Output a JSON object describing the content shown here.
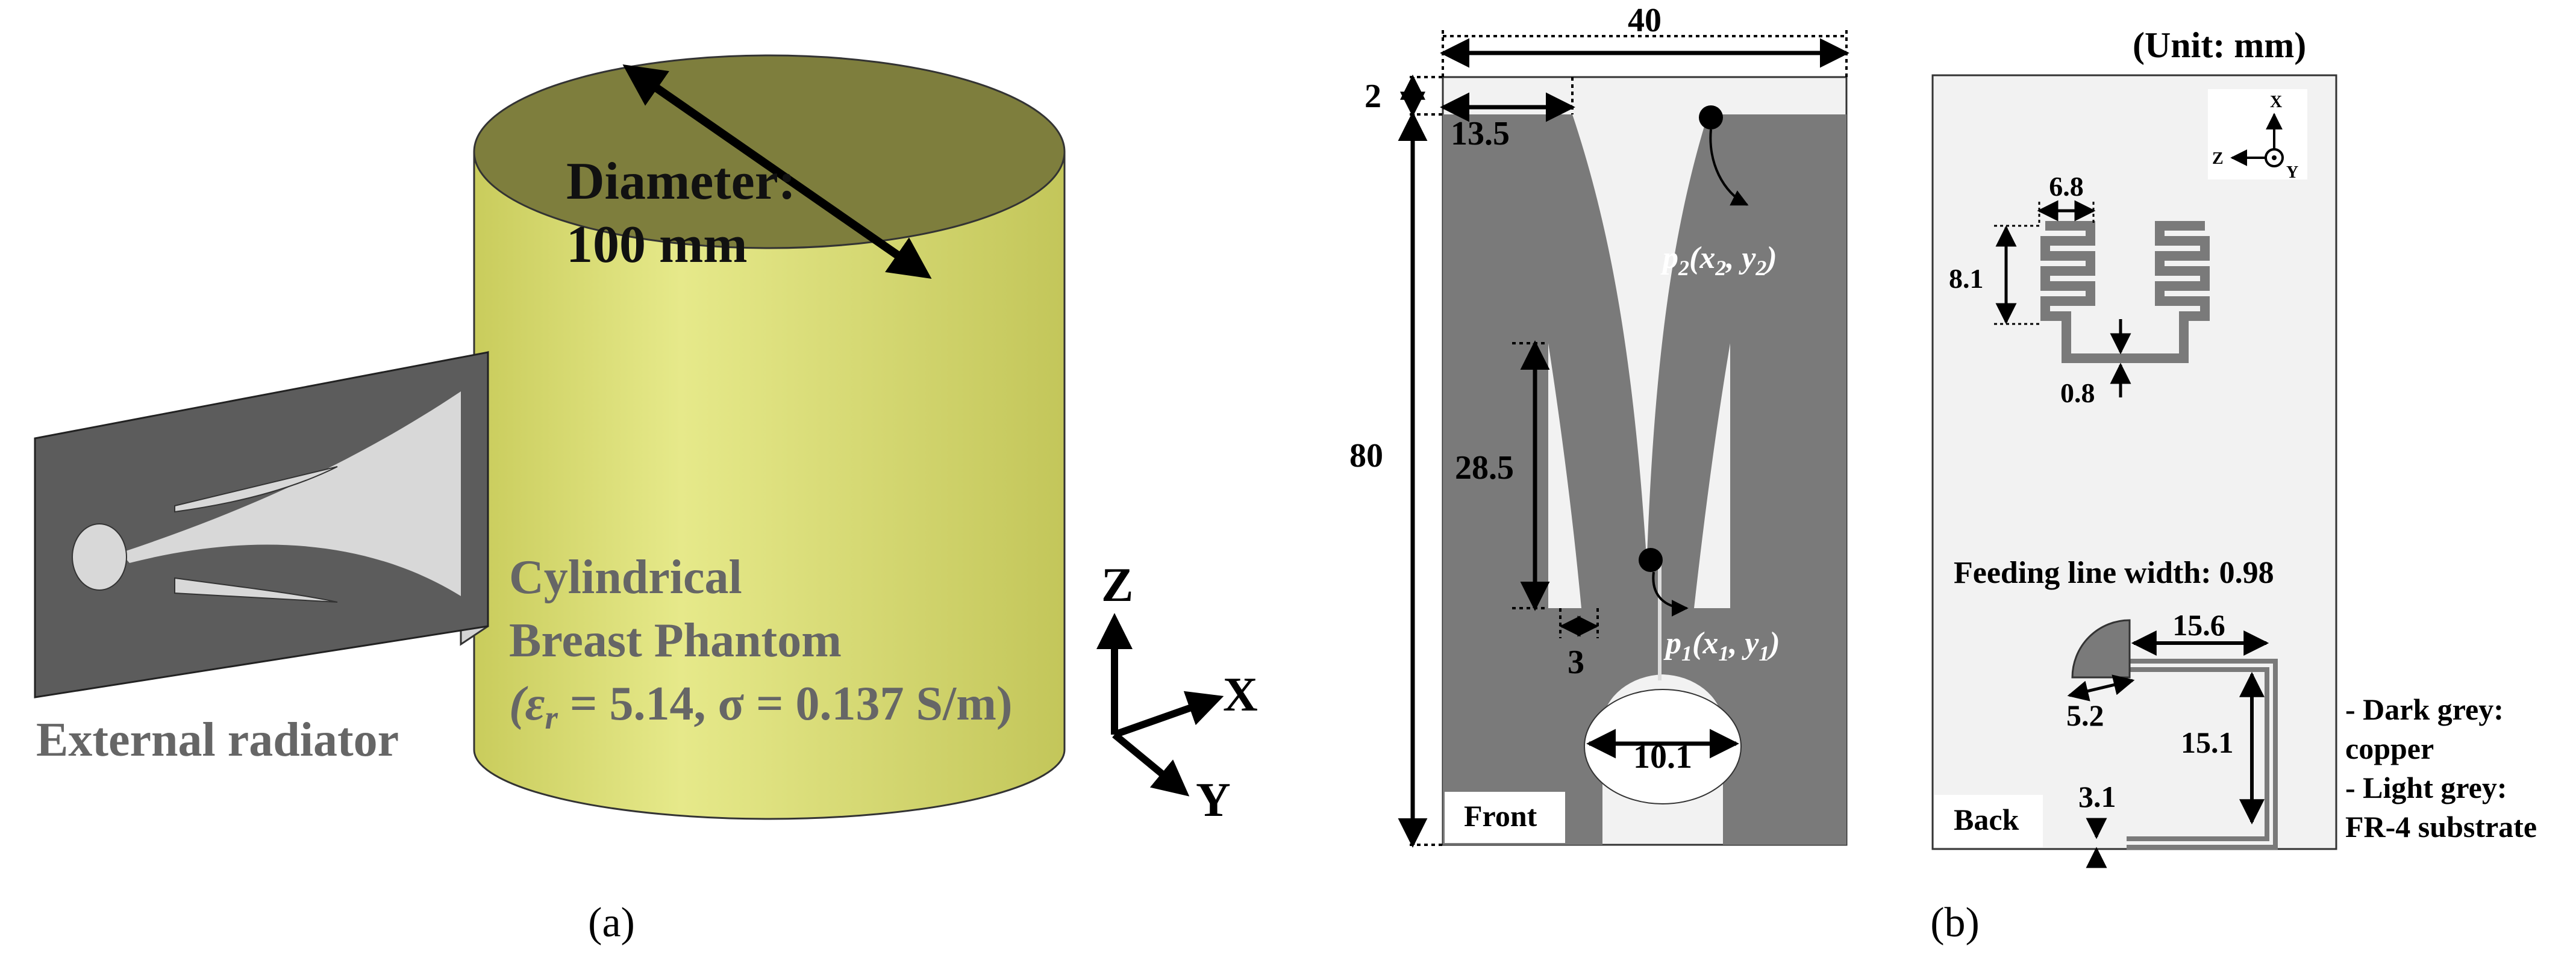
{
  "panel_a": {
    "caption": "(a)",
    "diameter_label_1": "Diameter:",
    "diameter_label_2": "100 mm",
    "phantom_label_1": "Cylindrical",
    "phantom_label_2": "Breast Phantom",
    "phantom_label_3": "(ε",
    "phantom_label_3_sub": "r",
    "phantom_label_3_rest": " = 5.14, σ = 0.137 S/m)",
    "radiator_label": "External radiator",
    "axis_z": "Z",
    "axis_x": "X",
    "axis_y": "Y",
    "colors": {
      "phantom_side": "#d8dc70",
      "phantom_top": "#7e7e3d",
      "radiator": "#5a5a5a",
      "radiator_light": "#d9d9d9"
    }
  },
  "panel_b": {
    "caption": "(b)",
    "unit": "(Unit: mm)",
    "front": {
      "tag": "Front",
      "dim_width": "40",
      "dim_top": "2",
      "dim_13_5": "13.5",
      "dim_height": "80",
      "dim_slot_length": "28.5",
      "dim_slot_width": "3",
      "dim_circle": "10.1",
      "p2_label": "p",
      "p2_sub": "2",
      "p2_args": "(x",
      "p2_args_sub": "2",
      "p2_args_mid": ", y",
      "p2_args_sub2": "2",
      "p2_args_end": ")",
      "p1_label": "p",
      "p1_sub": "1",
      "p1_args": "(x",
      "p1_args_sub": "1",
      "p1_args_mid": ", y",
      "p1_args_sub2": "1",
      "p1_args_end": ")"
    },
    "back": {
      "tag": "Back",
      "axis_x": "X",
      "axis_z": "Z",
      "axis_y": "Y",
      "dim_6_8": "6.8",
      "dim_8_1": "8.1",
      "dim_0_8": "0.8",
      "feed_label": "Feeding line width: 0.98",
      "dim_15_6": "15.6",
      "dim_5_2": "5.2",
      "dim_15_1": "15.1",
      "dim_3_1": "3.1"
    },
    "legend": {
      "line1": "- Dark grey:",
      "line2": "copper",
      "line3": "- Light grey:",
      "line4": "FR-4 substrate"
    },
    "colors": {
      "copper": "#7a7a7a",
      "substrate": "#f2f2f2"
    }
  }
}
